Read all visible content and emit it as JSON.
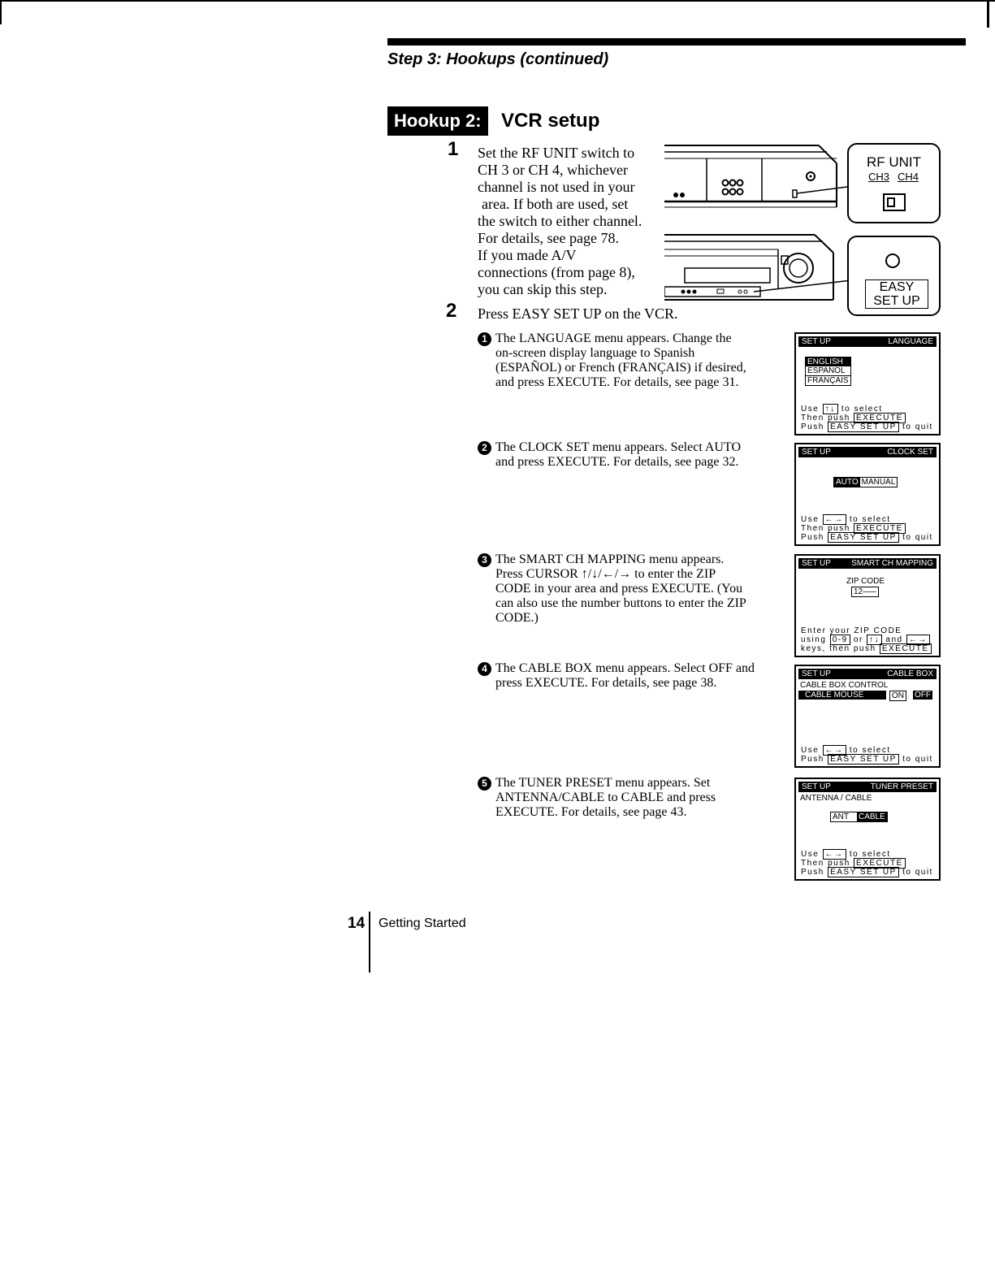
{
  "header": {
    "running_title": "Step 3: Hookups (continued)",
    "section_badge": "Hookup 2:",
    "section_title": "VCR setup"
  },
  "step1": {
    "number": "1",
    "lines": [
      "Set the RF UNIT switch to",
      "CH 3 or CH 4, whichever",
      "channel is not used in your",
      "area. If both are used, set",
      "the switch to either channel.",
      "For details, see page 78.",
      "If you made A/V",
      "connections (from page 8),",
      "you can skip this step."
    ]
  },
  "step2": {
    "number": "2",
    "text": "Press EASY SET UP on the VCR."
  },
  "callouts": {
    "rf_unit": {
      "title": "RF UNIT",
      "ch3": "CH3",
      "ch4": "CH4"
    },
    "easy_set_up": {
      "line1": "EASY",
      "line2": "SET UP"
    }
  },
  "substeps": [
    {
      "marker": "1",
      "lines": [
        "The LANGUAGE menu appears. Change the",
        "on-screen display language to Spanish",
        "(ESPAÑOL) or French (FRANÇAIS) if desired,",
        "and press EXECUTE.  For details, see page 31."
      ]
    },
    {
      "marker": "2",
      "lines": [
        "The CLOCK SET menu appears. Select AUTO",
        "and press EXECUTE.  For details, see page 32."
      ]
    },
    {
      "marker": "3",
      "lines": [
        "The SMART CH MAPPING menu appears.",
        "Press CURSOR ↑/↓/←/→ to enter the ZIP",
        "CODE in your area and press EXECUTE.  (You",
        "can also use the number buttons to enter the ZIP",
        "CODE.)"
      ]
    },
    {
      "marker": "4",
      "lines": [
        "The CABLE BOX menu appears. Select OFF and",
        "press EXECUTE.  For details, see page 38."
      ]
    },
    {
      "marker": "5",
      "lines": [
        "The TUNER PRESET menu appears.  Set",
        "ANTENNA/CABLE to CABLE and press",
        "EXECUTE. For details, see page 43."
      ]
    }
  ],
  "screens": {
    "language": {
      "left": "SET UP",
      "right": "LANGUAGE",
      "options": [
        "ENGLISH",
        "ESPAÑOL",
        "FRANÇAIS"
      ],
      "f1a": "Use",
      "f1k": "↑↓",
      "f1b": "to select",
      "f2a": "Then push",
      "f2k": "EXECUTE",
      "f3a": "Push",
      "f3k": "EASY SET UP",
      "f3b": "to quit"
    },
    "clock": {
      "left": "SET UP",
      "right": "CLOCK SET",
      "opt1": "AUTO",
      "opt2": "MANUAL",
      "f1a": "Use",
      "f1k": "←→",
      "f1b": "to select",
      "f2a": "Then push",
      "f2k": "EXECUTE",
      "f3a": "Push",
      "f3k": "EASY SET UP",
      "f3b": "to quit"
    },
    "smart": {
      "left": "SET UP",
      "right": "SMART CH MAPPING",
      "label": "ZIP CODE",
      "value": "12–––",
      "f1a": "Enter your ZIP CODE",
      "f2a": "using",
      "f2k1": "0-9",
      "f2b": "or",
      "f2k2": "↑↓",
      "f2c": "and",
      "f2k3": "←→",
      "f3a": "keys, then push",
      "f3k": "EXECUTE"
    },
    "cable": {
      "left": "SET UP",
      "right": "CABLE BOX",
      "row1": "CABLE BOX CONTROL",
      "row2": "CABLE MOUSE",
      "on": "ON",
      "off": "OFF",
      "f1a": "Use",
      "f1k": "←→",
      "f1b": "to select",
      "f2a": "Push",
      "f2k": "EASY SET UP",
      "f2b": "to quit"
    },
    "tuner": {
      "left": "SET UP",
      "right": "TUNER PRESET",
      "row1": "ANTENNA / CABLE",
      "ant": "ANT",
      "cable": "CABLE",
      "f1a": "Use",
      "f1k": "←→",
      "f1b": "to select",
      "f2a": "Then push",
      "f2k": "EXECUTE",
      "f3a": "Push",
      "f3k": "EASY SET UP",
      "f3b": "to quit"
    }
  },
  "footer": {
    "page_number": "14",
    "section": "Getting Started"
  }
}
